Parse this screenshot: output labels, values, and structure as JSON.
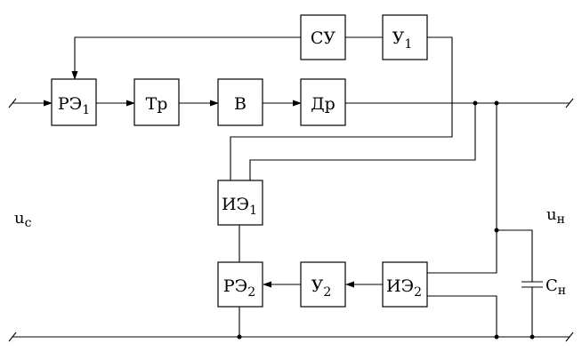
{
  "blocks": {
    "re1": {
      "main": "РЭ",
      "sub": "1"
    },
    "tr": {
      "main": "Тр",
      "sub": ""
    },
    "v": {
      "main": "В",
      "sub": ""
    },
    "dr": {
      "main": "Др",
      "sub": ""
    },
    "su": {
      "main": "СУ",
      "sub": ""
    },
    "u1": {
      "main": "У",
      "sub": "1"
    },
    "ie1": {
      "main": "ИЭ",
      "sub": "1"
    },
    "re2": {
      "main": "РЭ",
      "sub": "2"
    },
    "u2": {
      "main": "У",
      "sub": "2"
    },
    "ie2": {
      "main": "ИЭ",
      "sub": "2"
    }
  },
  "labels": {
    "uc": {
      "main": "u",
      "sub": "c"
    },
    "un": {
      "main": "u",
      "sub": "н"
    },
    "cn": {
      "main": "C",
      "sub": "н"
    }
  }
}
